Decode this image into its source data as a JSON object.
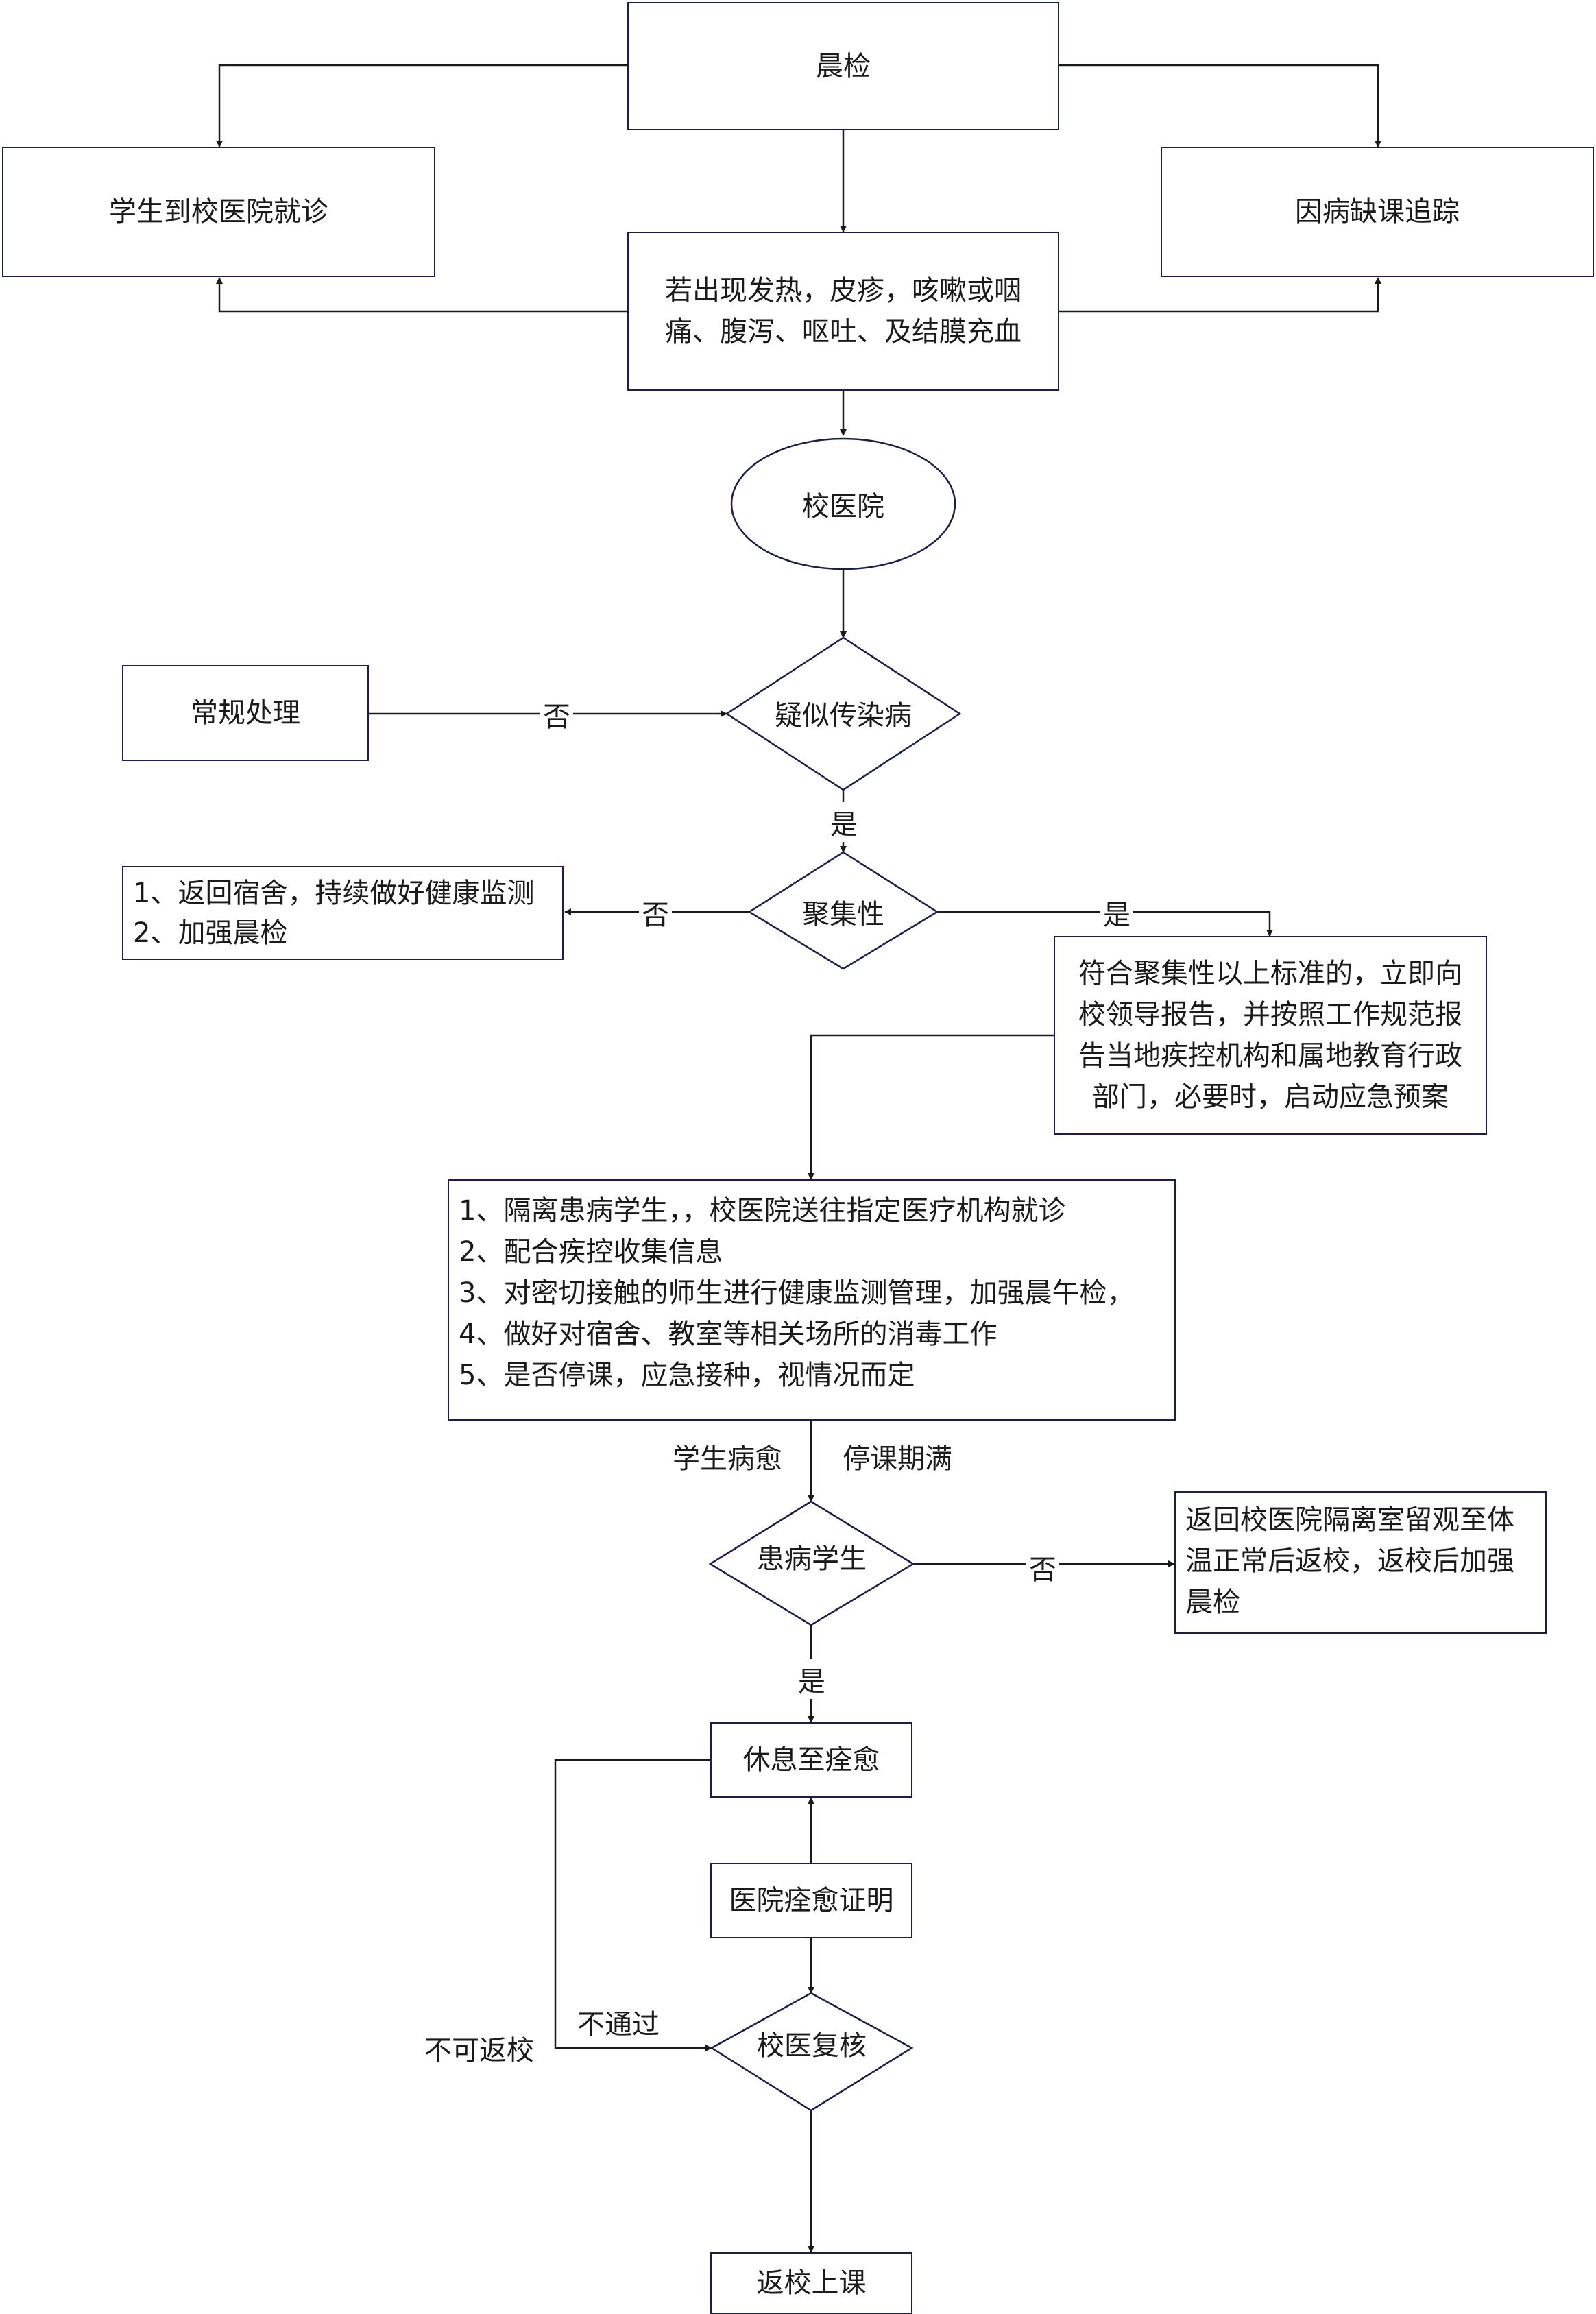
{
  "nodes": {
    "morning_check": "晨检",
    "student_visit": "学生到校医院就诊",
    "absence_tracking": "因病缺课追踪",
    "symptoms": [
      "若出现发热，皮疹，咳嗽或咽",
      "痛、腹泻、呕吐、及结膜充血"
    ],
    "school_hospital": "校医院",
    "suspected_infectious": "疑似传染病",
    "routine_treatment": "常规处理",
    "clustering": "聚集性",
    "dorm_monitor": [
      "1、返回宿舍，持续做好健康监测",
      "2、加强晨检"
    ],
    "report": [
      "符合聚集性以上标准的，立即向",
      "校领导报告，并按照工作规范报",
      "告当地疾控机构和属地教育行政",
      "部门，必要时，启动应急预案"
    ],
    "measures": [
      "1、隔离患病学生，，校医院送往指定医疗机构就诊",
      "2、配合疾控收集信息",
      "3、对密切接触的师生进行健康监测管理，加强晨午检，",
      "4、做好对宿舍、教室等相关场所的消毒工作",
      "5、是否停课，应急接种，视情况而定"
    ],
    "sick_student": "患病学生",
    "isolation_return": [
      "返回校医院隔离室留观至体",
      "温正常后返校，返校后加强",
      "晨检"
    ],
    "rest_until_recovered": "休息至痊愈",
    "hospital_certificate": "医院痊愈证明",
    "school_review": "校医复核",
    "return_to_class": "返校上课"
  },
  "edge_labels": {
    "no_1": "否",
    "yes_1": "是",
    "no_2": "否",
    "yes_2": "是",
    "student_recovered": "学生病愈",
    "suspension_ended": "停课期满",
    "no_3": "否",
    "yes_3": "是",
    "not_passed": "不通过",
    "cannot_return": "不可返校"
  }
}
